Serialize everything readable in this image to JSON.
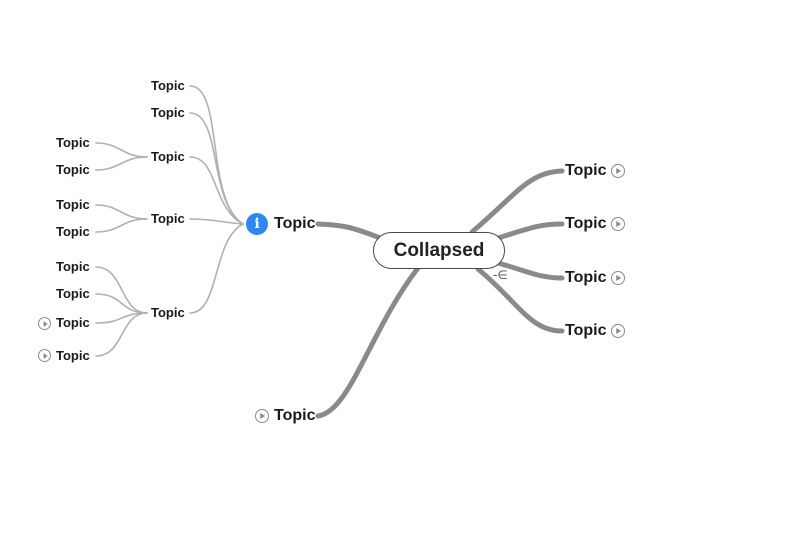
{
  "root": {
    "label": "Collapsed"
  },
  "icons": {
    "info": "i",
    "collapse_toggle": "-∈",
    "expand": "play-circle-icon"
  },
  "colors": {
    "main_branch": "#8a8a8a",
    "sub_branch": "#b0b0b0",
    "info_badge": "#2e86f0"
  },
  "left_branch": {
    "label": "Topic",
    "children": [
      {
        "label": "Topic"
      },
      {
        "label": "Topic"
      },
      {
        "label": "Topic",
        "children": [
          {
            "label": "Topic"
          },
          {
            "label": "Topic"
          }
        ]
      },
      {
        "label": "Topic",
        "children": [
          {
            "label": "Topic"
          },
          {
            "label": "Topic"
          }
        ]
      },
      {
        "label": "Topic",
        "children": [
          {
            "label": "Topic"
          },
          {
            "label": "Topic"
          },
          {
            "label": "Topic"
          },
          {
            "label": "Topic"
          }
        ]
      }
    ]
  },
  "bottom_branch": {
    "label": "Topic"
  },
  "right_branches": [
    {
      "label": "Topic"
    },
    {
      "label": "Topic"
    },
    {
      "label": "Topic"
    },
    {
      "label": "Topic"
    }
  ]
}
